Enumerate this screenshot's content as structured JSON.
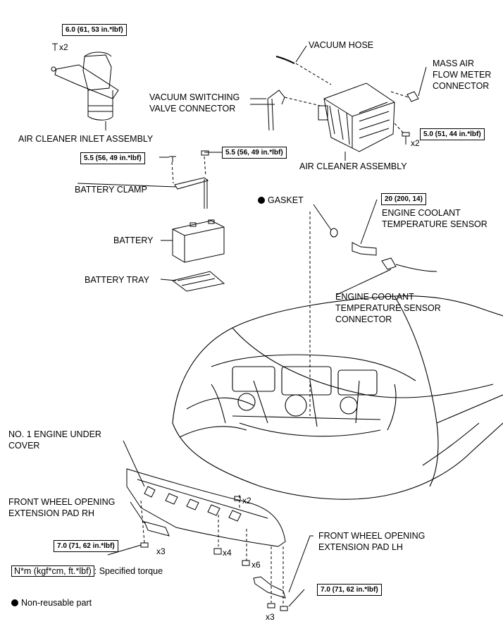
{
  "labels": {
    "vacuum_hose": "VACUUM HOSE",
    "mass_air_flow": "MASS AIR\nFLOW METER\nCONNECTOR",
    "vacuum_switching": "VACUUM SWITCHING\nVALVE CONNECTOR",
    "air_cleaner_inlet": "AIR CLEANER INLET ASSEMBLY",
    "air_cleaner_assembly": "AIR CLEANER ASSEMBLY",
    "battery_clamp": "BATTERY CLAMP",
    "battery": "BATTERY",
    "battery_tray": "BATTERY TRAY",
    "gasket": "GASKET",
    "ect_sensor": "ENGINE COOLANT\nTEMPERATURE SENSOR",
    "ect_connector": "ENGINE COOLANT\nTEMPERATURE SENSOR\nCONNECTOR",
    "under_cover": "NO. 1 ENGINE UNDER\nCOVER",
    "pad_rh": "FRONT WHEEL OPENING\nEXTENSION PAD RH",
    "pad_lh": "FRONT WHEEL OPENING\nEXTENSION PAD LH"
  },
  "torques": {
    "inlet": "6.0 (61, 53 in.*lbf)",
    "air_cleaner": "5.0 (51, 44 in.*lbf)",
    "clamp_left": "5.5 (56, 49 in.*lbf)",
    "clamp_right": "5.5 (56, 49 in.*lbf)",
    "ect_sensor": "20 (200, 14)",
    "cover_rh": "7.0 (71, 62 in.*lbf)",
    "cover_lh": "7.0 (71, 62 in.*lbf)"
  },
  "quantities": {
    "inlet_x2": "x2",
    "air_cleaner_x2": "x2",
    "cover_x2": "x2",
    "rh_x3": "x3",
    "clip_x4": "x4",
    "bolt_x6": "x6",
    "lh_x3": "x3"
  },
  "legend": {
    "unit": "N*m (kgf*cm, ft.*lbf)",
    "unit_desc": ": Specified torque",
    "nonreusable": "Non-reusable part"
  }
}
